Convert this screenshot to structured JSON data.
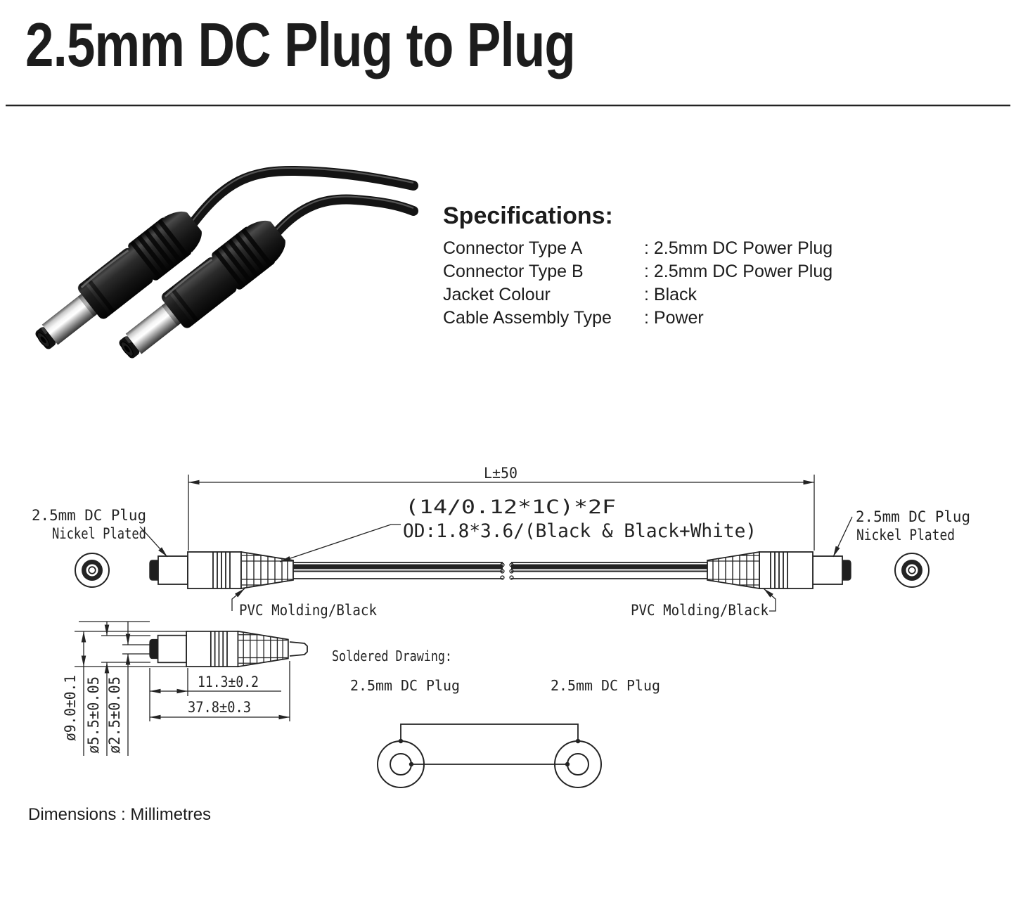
{
  "title": "2.5mm DC Plug to Plug",
  "specifications": {
    "heading": "Specifications:",
    "rows": [
      {
        "label": "Connector Type A",
        "value": ": 2.5mm DC Power Plug"
      },
      {
        "label": "Connector Type B",
        "value": ": 2.5mm DC Power Plug"
      },
      {
        "label": "Jacket Colour",
        "value": ": Black"
      },
      {
        "label": "Cable Assembly Type",
        "value": ": Power"
      }
    ]
  },
  "drawing": {
    "length_dim": "L±50",
    "cable_spec_line1": "(14/0.12*1C)*2F",
    "cable_spec_line2": "OD:1.8*3.6/(Black & Black+White)",
    "plug_label_line1": "2.5mm DC Plug",
    "plug_label_line2": "Nickel Plated",
    "molding_label": "PVC Molding/Black",
    "dims": {
      "outer_diameter": "ø9.0±0.1",
      "barrel_diameter": "ø5.5±0.05",
      "pin_diameter": "ø2.5±0.05",
      "barrel_length": "11.3±0.2",
      "overall_length": "37.8±0.3"
    }
  },
  "soldered": {
    "heading": "Soldered Drawing:",
    "left_plug_label": "2.5mm DC Plug",
    "right_plug_label": "2.5mm DC Plug"
  },
  "footer_note": "Dimensions : Millimetres",
  "colors": {
    "ink": "#1c1c1c",
    "line": "#232323",
    "background": "#ffffff"
  }
}
